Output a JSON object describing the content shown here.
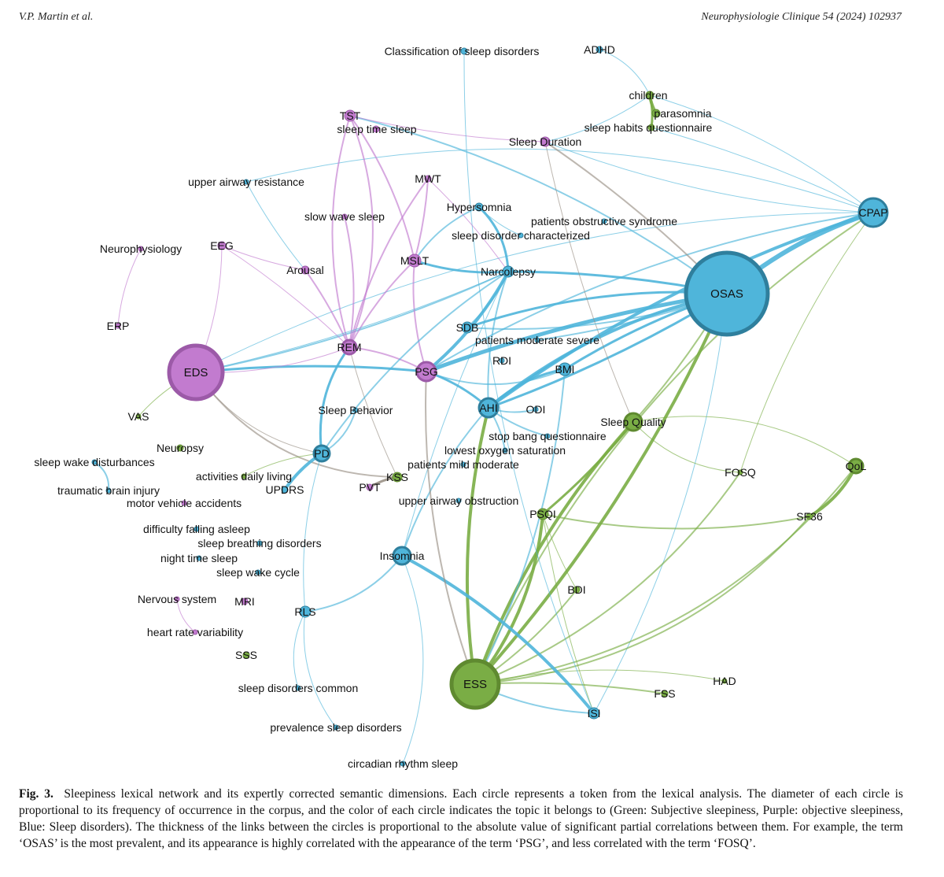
{
  "header": {
    "left": "V.P. Martin et al.",
    "right": "Neurophysiologie Clinique 54 (2024) 102937"
  },
  "colors": {
    "subjective": "#7aad45",
    "objective": "#c27bcf",
    "disorders": "#4fb5da",
    "gray": "#9a9186"
  },
  "network": {
    "nodes": [
      {
        "id": "class",
        "label": "Classification of sleep disorders",
        "topic": "disorders"
      },
      {
        "id": "adhd",
        "label": "ADHD",
        "topic": "disorders"
      },
      {
        "id": "children",
        "label": "children",
        "topic": "subjective"
      },
      {
        "id": "parasomnia",
        "label": "parasomnia",
        "topic": "subjective"
      },
      {
        "id": "shq",
        "label": "sleep habits questionnaire",
        "topic": "subjective"
      },
      {
        "id": "tst",
        "label": "TST",
        "topic": "objective"
      },
      {
        "id": "sts",
        "label": "sleep time sleep",
        "topic": "objective"
      },
      {
        "id": "sdur",
        "label": "Sleep Duration",
        "topic": "objective"
      },
      {
        "id": "uar",
        "label": "upper airway resistance",
        "topic": "disorders"
      },
      {
        "id": "mwt",
        "label": "MWT",
        "topic": "objective"
      },
      {
        "id": "swsl",
        "label": "slow wave sleep",
        "topic": "objective"
      },
      {
        "id": "hyper",
        "label": "Hypersomnia",
        "topic": "disorders"
      },
      {
        "id": "pos",
        "label": "patients obstructive syndrome",
        "topic": "disorders"
      },
      {
        "id": "cpap",
        "label": "CPAP",
        "topic": "disorders"
      },
      {
        "id": "sdc",
        "label": "sleep disorder characterized",
        "topic": "disorders"
      },
      {
        "id": "neuro",
        "label": "Neurophysiology",
        "topic": "objective"
      },
      {
        "id": "eeg",
        "label": "EEG",
        "topic": "objective"
      },
      {
        "id": "mslt",
        "label": "MSLT",
        "topic": "objective"
      },
      {
        "id": "arousal",
        "label": "Arousal",
        "topic": "objective"
      },
      {
        "id": "narco",
        "label": "Narcolepsy",
        "topic": "disorders"
      },
      {
        "id": "osas",
        "label": "OSAS",
        "topic": "disorders"
      },
      {
        "id": "erp",
        "label": "ERP",
        "topic": "objective"
      },
      {
        "id": "sdb",
        "label": "SDB",
        "topic": "disorders"
      },
      {
        "id": "pms",
        "label": "patients moderate severe",
        "topic": "disorders"
      },
      {
        "id": "rem",
        "label": "REM",
        "topic": "objective"
      },
      {
        "id": "eds",
        "label": "EDS",
        "topic": "objective"
      },
      {
        "id": "rdi",
        "label": "RDI",
        "topic": "disorders"
      },
      {
        "id": "psg",
        "label": "PSG",
        "topic": "objective"
      },
      {
        "id": "bmi",
        "label": "BMI",
        "topic": "disorders"
      },
      {
        "id": "vas",
        "label": "VAS",
        "topic": "subjective"
      },
      {
        "id": "sbeh",
        "label": "Sleep Behavior",
        "topic": "disorders"
      },
      {
        "id": "ahi",
        "label": "AHI",
        "topic": "disorders"
      },
      {
        "id": "odi",
        "label": "ODI",
        "topic": "disorders"
      },
      {
        "id": "sq",
        "label": "Sleep Quality",
        "topic": "subjective"
      },
      {
        "id": "sbq",
        "label": "stop bang questionnaire",
        "topic": "disorders"
      },
      {
        "id": "neuropsy",
        "label": "Neuropsy",
        "topic": "subjective"
      },
      {
        "id": "los",
        "label": "lowest oxygen saturation",
        "topic": "disorders"
      },
      {
        "id": "pd",
        "label": "PD",
        "topic": "disorders"
      },
      {
        "id": "swd",
        "label": "sleep wake disturbances",
        "topic": "disorders"
      },
      {
        "id": "pmm",
        "label": "patients mild moderate",
        "topic": "disorders"
      },
      {
        "id": "qol",
        "label": "QoL",
        "topic": "subjective"
      },
      {
        "id": "adl",
        "label": "activities daily living",
        "topic": "subjective"
      },
      {
        "id": "kss",
        "label": "KSS",
        "topic": "subjective"
      },
      {
        "id": "fosq",
        "label": "FOSQ",
        "topic": "subjective"
      },
      {
        "id": "tbi",
        "label": "traumatic brain injury",
        "topic": "disorders"
      },
      {
        "id": "updrs",
        "label": "UPDRS",
        "topic": "disorders"
      },
      {
        "id": "pvt",
        "label": "PVT",
        "topic": "objective"
      },
      {
        "id": "mva",
        "label": "motor vehicle accidents",
        "topic": "objective"
      },
      {
        "id": "uao",
        "label": "upper airway obstruction",
        "topic": "disorders"
      },
      {
        "id": "psqi",
        "label": "PSQI",
        "topic": "subjective"
      },
      {
        "id": "sf36",
        "label": "SF36",
        "topic": "subjective"
      },
      {
        "id": "dfa",
        "label": "difficulty falling asleep",
        "topic": "disorders"
      },
      {
        "id": "sbd",
        "label": "sleep breathing disorders",
        "topic": "disorders"
      },
      {
        "id": "nts",
        "label": "night time sleep",
        "topic": "disorders"
      },
      {
        "id": "insomnia",
        "label": "Insomnia",
        "topic": "disorders"
      },
      {
        "id": "swc",
        "label": "sleep wake cycle",
        "topic": "disorders"
      },
      {
        "id": "bdi",
        "label": "BDI",
        "topic": "subjective"
      },
      {
        "id": "nsys",
        "label": "Nervous system",
        "topic": "objective"
      },
      {
        "id": "mri",
        "label": "MRI",
        "topic": "objective"
      },
      {
        "id": "rls",
        "label": "RLS",
        "topic": "disorders"
      },
      {
        "id": "hrv",
        "label": "heart rate variability",
        "topic": "objective"
      },
      {
        "id": "sss",
        "label": "SSS",
        "topic": "subjective"
      },
      {
        "id": "had",
        "label": "HAD",
        "topic": "subjective"
      },
      {
        "id": "ess",
        "label": "ESS",
        "topic": "subjective"
      },
      {
        "id": "sdcom",
        "label": "sleep disorders common",
        "topic": "disorders"
      },
      {
        "id": "fss",
        "label": "FSS",
        "topic": "subjective"
      },
      {
        "id": "isi",
        "label": "ISI",
        "topic": "disorders"
      },
      {
        "id": "psd",
        "label": "prevalence sleep disorders",
        "topic": "disorders"
      },
      {
        "id": "crs",
        "label": "circadian rhythm sleep",
        "topic": "disorders"
      }
    ]
  },
  "caption": {
    "label": "Fig. 3.",
    "text": "Sleepiness lexical network and its expertly corrected semantic dimensions. Each circle represents a token from the lexical analysis. The diameter of each circle is proportional to its frequency of occurrence in the corpus, and the color of each circle indicates the topic it belongs to (Green: Subjective sleepiness, Purple: objective sleepiness, Blue: Sleep disorders). The thickness of the links between the circles is proportional to the absolute value of significant partial correlations between them. For example, the term ‘OSAS’ is the most prevalent, and its appearance is highly correlated with the appearance of the term ‘PSG’, and less correlated with the term ‘FOSQ’."
  }
}
